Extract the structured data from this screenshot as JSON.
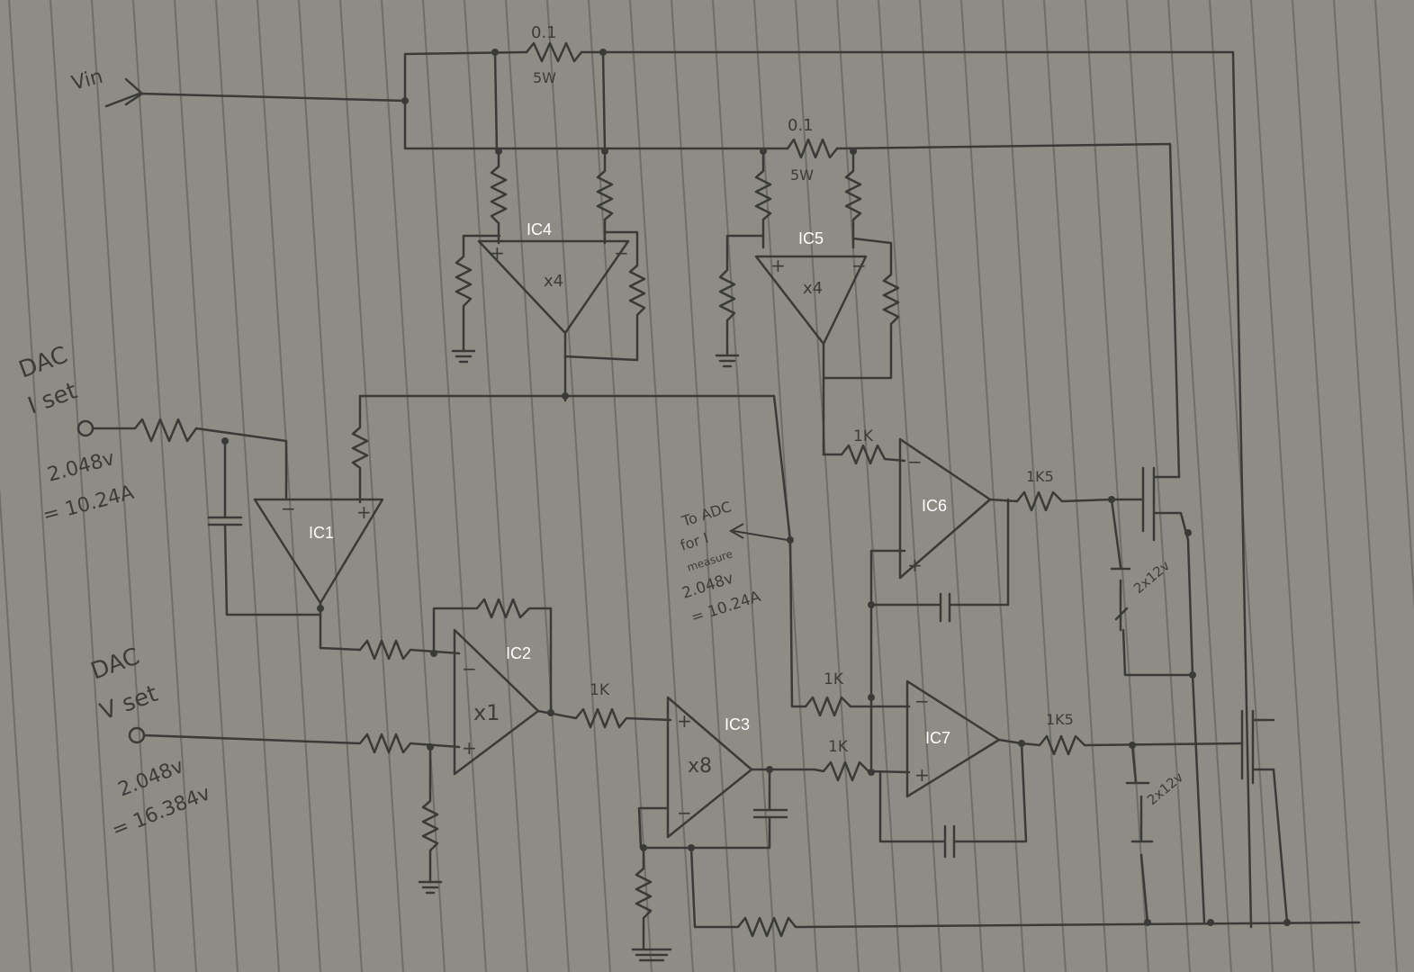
{
  "colors": {
    "paper": "#8e8c85",
    "rule": "#6f6d68",
    "pencil": "#3a3a38",
    "ic_label": "#ffffff"
  },
  "inputs": {
    "vin": "Vin",
    "dac_iset_line1": "DAC",
    "dac_iset_line2": "I set",
    "dac_iset_scale1": "2.048v",
    "dac_iset_scale2": "= 10.24A",
    "dac_vset_line1": "DAC",
    "dac_vset_line2": "V set",
    "dac_vset_scale1": "2.048v",
    "dac_vset_scale2": "= 16.384v"
  },
  "ics": {
    "ic1": "IC1",
    "ic2": "IC2",
    "ic3": "IC3",
    "ic4": "IC4",
    "ic5": "IC5",
    "ic6": "IC6",
    "ic7": "IC7"
  },
  "gains": {
    "ic2": "x1",
    "ic3": "x8",
    "ic4": "x4",
    "ic5": "x4"
  },
  "components": {
    "shunt1_value": "0.1",
    "shunt1_power": "5W",
    "shunt2_value": "0.1",
    "shunt2_power": "5W",
    "r_1k_a": "1K",
    "r_1k_b": "1K",
    "r_1k_c": "1K",
    "r_1k_d": "1K",
    "r_1k5_a": "1K5",
    "r_1k5_b": "1K5",
    "zener_a": "2x12v",
    "zener_b": "2x12v"
  },
  "notes": {
    "adc_line1": "To ADC",
    "adc_line2": "for I",
    "adc_line3": "measure",
    "adc_line4": "2.048v",
    "adc_line5": "= 10.24A"
  }
}
